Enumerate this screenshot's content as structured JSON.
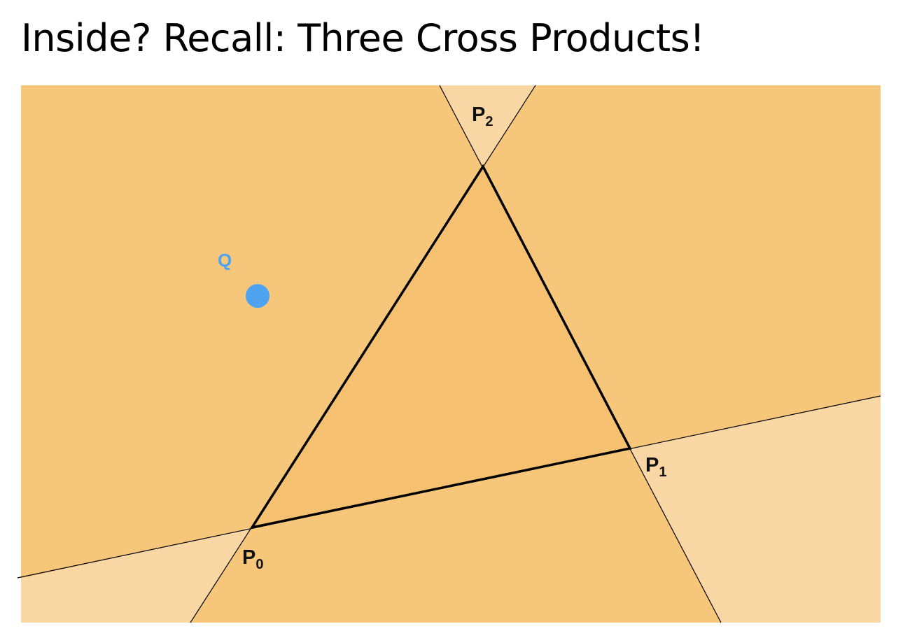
{
  "title": "Inside? Recall: Three Cross Products!",
  "colors": {
    "region_dark": "#f5c170",
    "region_mid": "#f6c67b",
    "region_light": "#f9d7a5",
    "edge": "#000000",
    "point": "#4da3f0"
  },
  "vertices": {
    "p0": {
      "main": "P",
      "sub": "0"
    },
    "p1": {
      "main": "P",
      "sub": "1"
    },
    "p2": {
      "main": "P",
      "sub": "2"
    }
  },
  "query_point": {
    "label": "Q"
  }
}
